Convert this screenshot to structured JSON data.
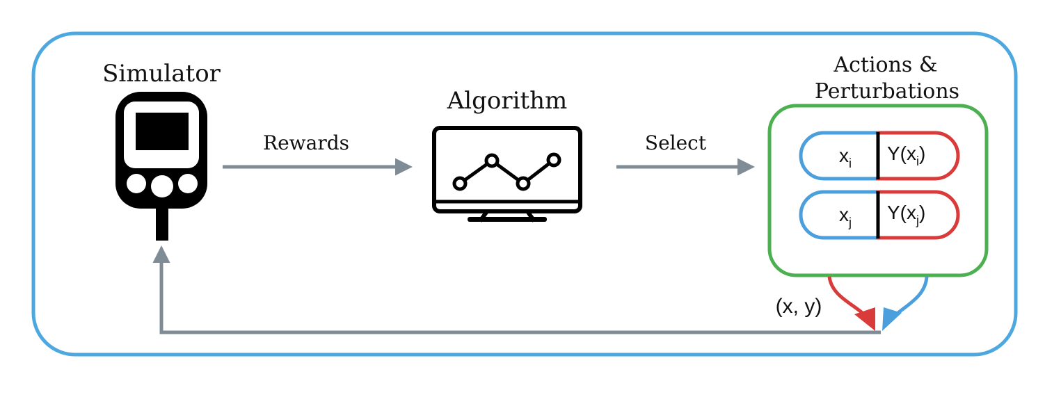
{
  "nodes": {
    "simulator": {
      "label": "Simulator",
      "icon": "glucose-meter-icon"
    },
    "algorithm": {
      "label": "Algorithm",
      "icon": "monitor-line-chart-icon"
    },
    "actions": {
      "label_line1": "Actions &",
      "label_line2": "Perturbations",
      "pairs": [
        {
          "x_base": "x",
          "x_sub": "i",
          "y_prefix": "Y(x",
          "y_sub": "i",
          "y_suffix": ")"
        },
        {
          "x_base": "x",
          "x_sub": "j",
          "y_prefix": "Y(x",
          "y_sub": "j",
          "y_suffix": ")"
        }
      ]
    }
  },
  "edges": {
    "rewards": "Rewards",
    "select": "Select",
    "feedback": "(x, y)"
  },
  "colors": {
    "outer_border": "#4ea8e0",
    "actions_border": "#4caf50",
    "x_side": "#4a9fdc",
    "y_side": "#d93a3a",
    "arrow": "#7f8c96",
    "icon": "#000000"
  }
}
